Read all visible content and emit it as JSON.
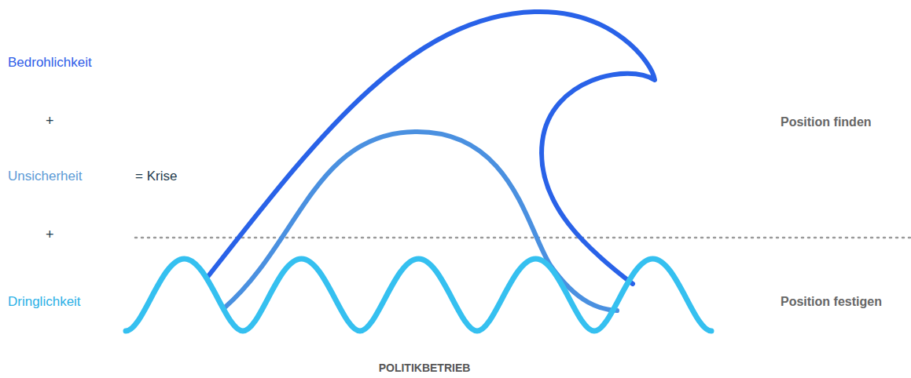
{
  "diagram": {
    "labels": [
      "Bedrohlichkeit",
      "+",
      "Unsicherheit",
      "= Krise",
      "+",
      "Dringlichkeit",
      "Position finden",
      "Position festigen",
      "POLITIKBETRIEB"
    ]
  }
}
